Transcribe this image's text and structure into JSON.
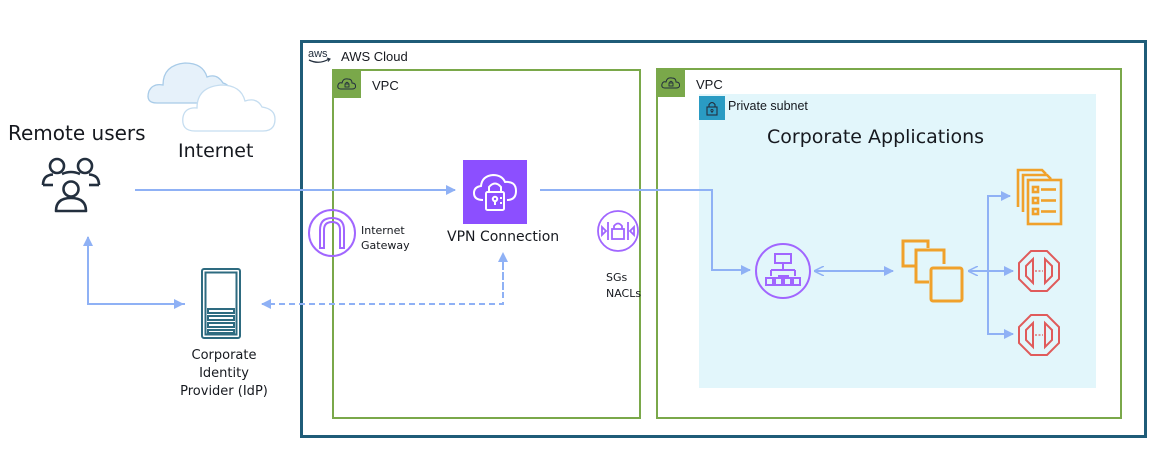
{
  "diagram": {
    "left": {
      "remote_users_label": "Remote users",
      "internet_label": "Internet",
      "idp_label_lines": [
        "Corporate",
        "Identity",
        "Provider (IdP)"
      ]
    },
    "aws_cloud": {
      "logo_text": "aws",
      "label": "AWS Cloud"
    },
    "vpc_left": {
      "label": "VPC",
      "internet_gateway_lines": [
        "Internet",
        "Gateway"
      ],
      "vpn_label": "VPN Connection",
      "sg_lines": [
        "SGs",
        "NACLs"
      ]
    },
    "vpc_right": {
      "label": "VPC",
      "subnet_label": "Private subnet",
      "subnet_title": "Corporate Applications"
    },
    "colors": {
      "aws_cloud_border": "#1f5c78",
      "vpc_border": "#7aa84a",
      "subnet_fill": "#e2f6fb",
      "subnet_tag": "#2a9bc3",
      "vpn_fill": "#8c4fff",
      "purple_icon": "#a166ff",
      "orange_icon": "#f0a12b",
      "red_icon": "#e05b5b",
      "arrow": "#8fb1f5",
      "user_icon": "#232f3e",
      "idp_icon": "#2e6b80"
    }
  }
}
